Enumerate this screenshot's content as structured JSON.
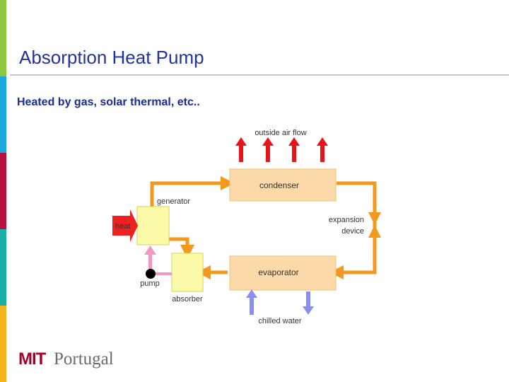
{
  "slide": {
    "title": "Absorption Heat Pump",
    "subtitle": "Heated by gas, solar thermal, etc.."
  },
  "diagram": {
    "labels": {
      "outside_air_flow": "outside air flow",
      "condenser": "condenser",
      "generator": "generator",
      "heat": "heat",
      "expansion_line1": "expansion",
      "expansion_line2": "device",
      "pump": "pump",
      "absorber": "absorber",
      "evaporator": "evaporator",
      "chilled_water": "chilled water"
    },
    "colors": {
      "flow": "#f39a1e",
      "box": "#fcd9a8",
      "generator_box": "#fbfaa8",
      "air_arrow": "#e8141b",
      "heat_arrow": "#ee2020",
      "pump_loop": "#f595c5",
      "water_arrow": "#8a8ef0"
    }
  },
  "logo": {
    "mit": "MIT",
    "portugal": "Portugal"
  },
  "side_stripe_colors": [
    "#8cc63f",
    "#1ba6de",
    "#b7123f",
    "#1ab0a8",
    "#f2b31b"
  ]
}
